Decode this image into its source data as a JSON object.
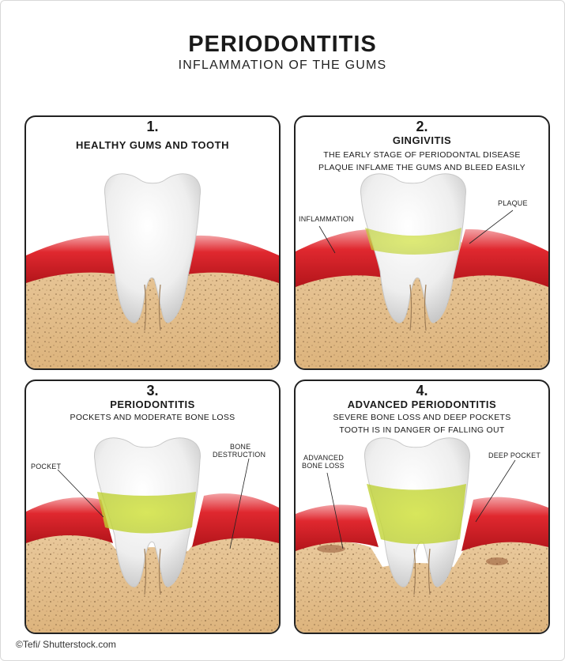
{
  "header": {
    "title": "PERIODONTITIS",
    "subtitle": "INFLAMMATION OF THE GUMS"
  },
  "panels": [
    {
      "number": "1.",
      "title": "HEALTHY GUMS AND TOOTH",
      "lines": [],
      "labels": []
    },
    {
      "number": "2.",
      "title": "GINGIVITIS",
      "lines": [
        "THE EARLY STAGE OF PERIODONTAL DISEASE",
        "PLAQUE INFLAME THE GUMS AND BLEED EASILY"
      ],
      "labels": [
        "INFLAMMATION",
        "PLAQUE"
      ]
    },
    {
      "number": "3.",
      "title": "PERIODONTITIS",
      "lines": [
        "POCKETS AND MODERATE BONE LOSS"
      ],
      "labels": [
        "POCKET",
        "BONE",
        "DESTRUCTION"
      ]
    },
    {
      "number": "4.",
      "title": "ADVANCED PERIODONTITIS",
      "lines": [
        "SEVERE BONE LOSS AND DEEP POCKETS",
        "TOOTH IS IN DANGER OF FALLING OUT"
      ],
      "labels": [
        "ADVANCED",
        "BONE LOSS",
        "DEEP POCKET"
      ]
    }
  ],
  "credit": "©Tefi/ Shutterstock.com",
  "colors": {
    "gum": "#d8232a",
    "bone": "#e6c394",
    "plaque": "#c9dc3c",
    "tooth": "#f2f2f2"
  }
}
